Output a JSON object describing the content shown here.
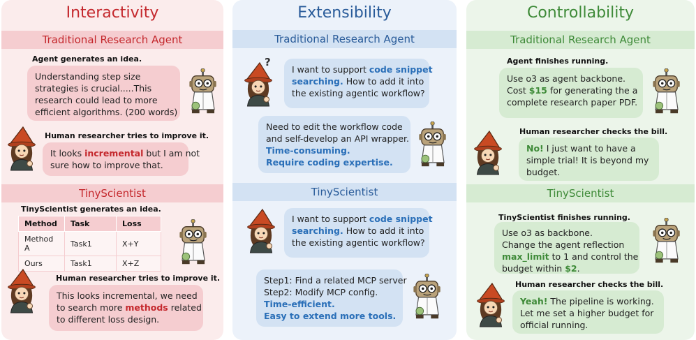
{
  "interactivity": {
    "title": "Interactivity",
    "trad_band": "Traditional Research Agent",
    "tiny_band": "TinyScientist",
    "cap1": "Agent generates an idea.",
    "idea": [
      "Understanding step size",
      "strategies is crucial.....This",
      "research could lead to more",
      "efficient algorithms. (200 words)"
    ],
    "cap2": "Human researcher tries to improve it.",
    "improve_pre": "It looks ",
    "improve_kw": "incremental",
    "improve_post": " but I am not",
    "improve_l2": "sure how to improve that.",
    "cap3": "TinyScientist generates an  idea.",
    "table": {
      "headers": [
        "Method",
        "Task",
        "Loss"
      ],
      "rows": [
        [
          "Method A",
          "Task1",
          "X+Y"
        ],
        [
          "Ours",
          "Task1",
          "X+Z"
        ]
      ]
    },
    "cap4": "Human researcher tries to improve it.",
    "reply_l1": "This looks incremental, we need",
    "reply_pre": "to search more ",
    "reply_kw": "methods",
    "reply_post": " related",
    "reply_l3": "to different loss design."
  },
  "extensibility": {
    "title": "Extensibility",
    "trad_band": "Traditional Research Agent",
    "tiny_band": "TinyScientist",
    "q_pre": "I want to support ",
    "q_kw1": "code snippet",
    "q_kw2": "searching.",
    "q_post": " How to add it into",
    "q_l3": "the existing  agentic workflow?",
    "qmark": "?",
    "a1": [
      "Need to edit the workflow code",
      "and self-develop an API wrapper."
    ],
    "a1_hl": [
      "Time-consuming.",
      "Require coding expertise."
    ],
    "a2": [
      "Step1: Find a related MCP server",
      "Step2: Modify MCP config."
    ],
    "a2_hl": [
      "Time-efficient.",
      "Easy to extend more tools."
    ]
  },
  "controllability": {
    "title": "Controllability",
    "trad_band": "Traditional Research Agent",
    "tiny_band": "TinyScientist",
    "cap1": "Agent finishes running.",
    "run1_l1": "Use o3 as agent backbone.",
    "run1_pre": "Cost ",
    "run1_kw": "$15",
    "run1_post": " for generating the a",
    "run1_l3": "complete research paper PDF.",
    "cap2": "Human researcher checks the bill.",
    "rep1_kw": "No!",
    "rep1_post": " I just want to have a",
    "rep1_l2": "simple trial! It is beyond my",
    "rep1_l3": "budget.",
    "cap3": "TinyScientist finishes running.",
    "run2_l1": "Use o3 as backbone.",
    "run2_l2": "Change the agent reflection",
    "run2_kw": "max_limit",
    "run2_post": " to 1 and control the",
    "run2_pre4": "budget within ",
    "run2_kw2": "$2",
    "cap4": "Human researcher checks the bill.",
    "rep2_kw": "Yeah!",
    "rep2_post": " The pipeline is working.",
    "rep2_l2": "Let me set a higher budget for",
    "rep2_l3": "official running."
  }
}
